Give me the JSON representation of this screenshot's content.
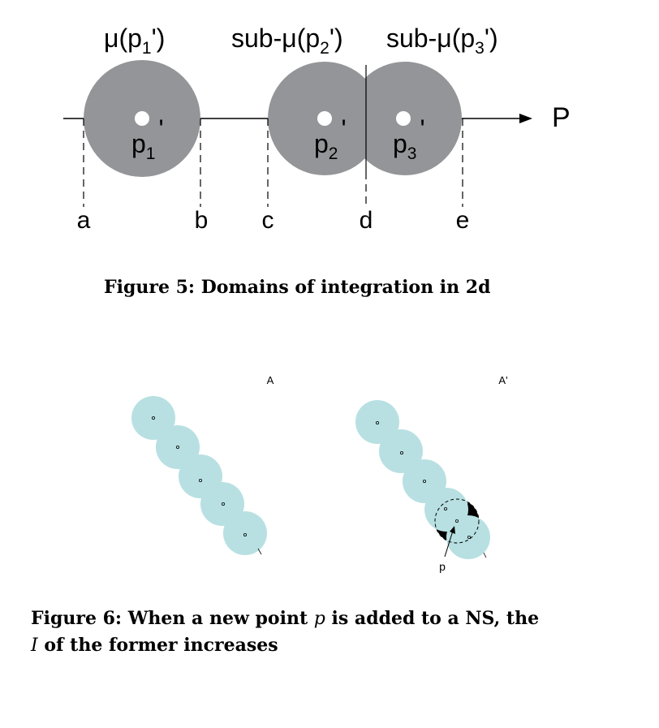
{
  "figure5": {
    "labels": {
      "mu1": "μ(p",
      "mu1_sub": "1",
      "mu1_end": "')",
      "mu2": "sub-μ(p",
      "mu2_sub": "2",
      "mu2_end": "')",
      "mu3": "sub-μ(p",
      "mu3_sub": "3",
      "mu3_end": "')",
      "p1": "p",
      "p1_sub": "1",
      "p2": "p",
      "p2_sub": "2",
      "p3": "p",
      "p3_sub": "3",
      "prime": "'",
      "axis": "P"
    },
    "ticks": [
      "a",
      "b",
      "c",
      "d",
      "e"
    ],
    "caption": "Figure 5: Domains of integration in 2d",
    "colors": {
      "disk": "#939598",
      "line": "#000000"
    }
  },
  "figure6": {
    "label_a": "A",
    "label_a_prime": "A'",
    "label_p": "p",
    "caption_line1_pre": "Figure 6: When a new point ",
    "caption_line1_var": "p",
    "caption_line1_post": " is added to a NS, the",
    "caption_line2_var": "I",
    "caption_line2_post": " of the former increases",
    "colors": {
      "disk": "#b8e0e2",
      "overlap": "#000000"
    }
  }
}
